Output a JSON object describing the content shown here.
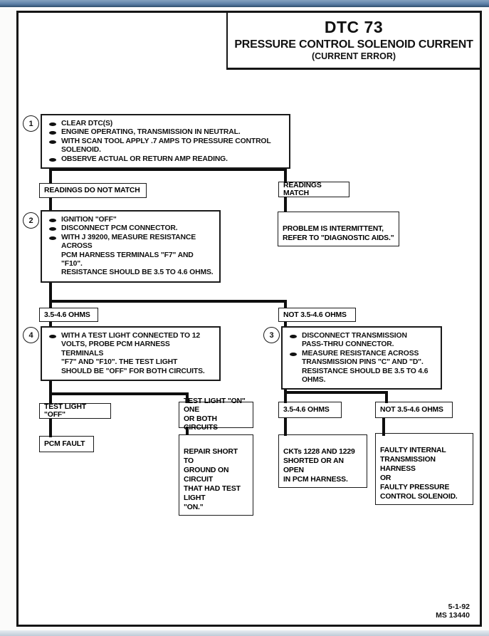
{
  "header": {
    "dtc_code": "DTC 73",
    "title": "PRESSURE CONTROL SOLENOID CURRENT",
    "subtitle": "(CURRENT ERROR)"
  },
  "steps": {
    "step1": {
      "number": "1",
      "bullets": [
        "CLEAR DTC(S)",
        "ENGINE OPERATING, TRANSMISSION IN NEUTRAL.",
        "WITH SCAN TOOL APPLY .7 AMPS TO PRESSURE CONTROL SOLENOID.",
        "OBSERVE ACTUAL OR RETURN AMP READING."
      ]
    },
    "step2": {
      "number": "2",
      "bullets": [
        "IGNITION \"OFF\"",
        "DISCONNECT PCM CONNECTOR.",
        "WITH J 39200, MEASURE RESISTANCE ACROSS\nPCM HARNESS TERMINALS \"F7\" AND \"F10\".\nRESISTANCE SHOULD BE 3.5 TO 4.6 OHMS."
      ]
    },
    "step3": {
      "number": "3",
      "bullets": [
        "DISCONNECT TRANSMISSION\nPASS-THRU CONNECTOR.",
        "MEASURE RESISTANCE ACROSS\nTRANSMISSION PINS \"C\" AND \"D\".\nRESISTANCE SHOULD BE 3.5 TO 4.6 OHMS."
      ]
    },
    "step4": {
      "number": "4",
      "bullets": [
        "WITH A TEST LIGHT CONNECTED TO 12\nVOLTS, PROBE PCM HARNESS TERMINALS\n\"F7\" AND \"F10\". THE TEST LIGHT\nSHOULD BE \"OFF\" FOR BOTH CIRCUITS."
      ]
    }
  },
  "branches": {
    "readings_do_not_match": "READINGS DO NOT MATCH",
    "readings_match": "READINGS MATCH",
    "ohms_in_range": "3.5-4.6 OHMS",
    "ohms_out_of_range": "NOT 3.5-4.6 OHMS",
    "test_light_off": "TEST LIGHT \"OFF\"",
    "test_light_on": "TEST LIGHT \"ON\" ONE\nOR BOTH CIRCUITS",
    "ohms_in_range_2": "3.5-4.6 OHMS",
    "ohms_out_of_range_2": "NOT 3.5-4.6 OHMS"
  },
  "outcomes": {
    "intermittent": "PROBLEM IS INTERMITTENT,\nREFER TO \"DIAGNOSTIC AIDS.\"",
    "pcm_fault": "PCM FAULT",
    "repair_short": "REPAIR SHORT TO\nGROUND ON CIRCUIT\nTHAT HAD TEST LIGHT\n\"ON.\"",
    "ckts_shorted": "CKTs 1228 AND 1229\nSHORTED OR AN OPEN\nIN PCM HARNESS.",
    "faulty_internal": "FAULTY INTERNAL\nTRANSMISSION HARNESS\nOR\nFAULTY PRESSURE\nCONTROL SOLENOID."
  },
  "footer": {
    "date": "5-1-92",
    "doc_number": "MS 13440"
  },
  "colors": {
    "top_bar_blue": "#5d81a8",
    "bottom_bar_blue": "#bfcbd7",
    "ink": "#151515",
    "paper": "#ffffff"
  }
}
